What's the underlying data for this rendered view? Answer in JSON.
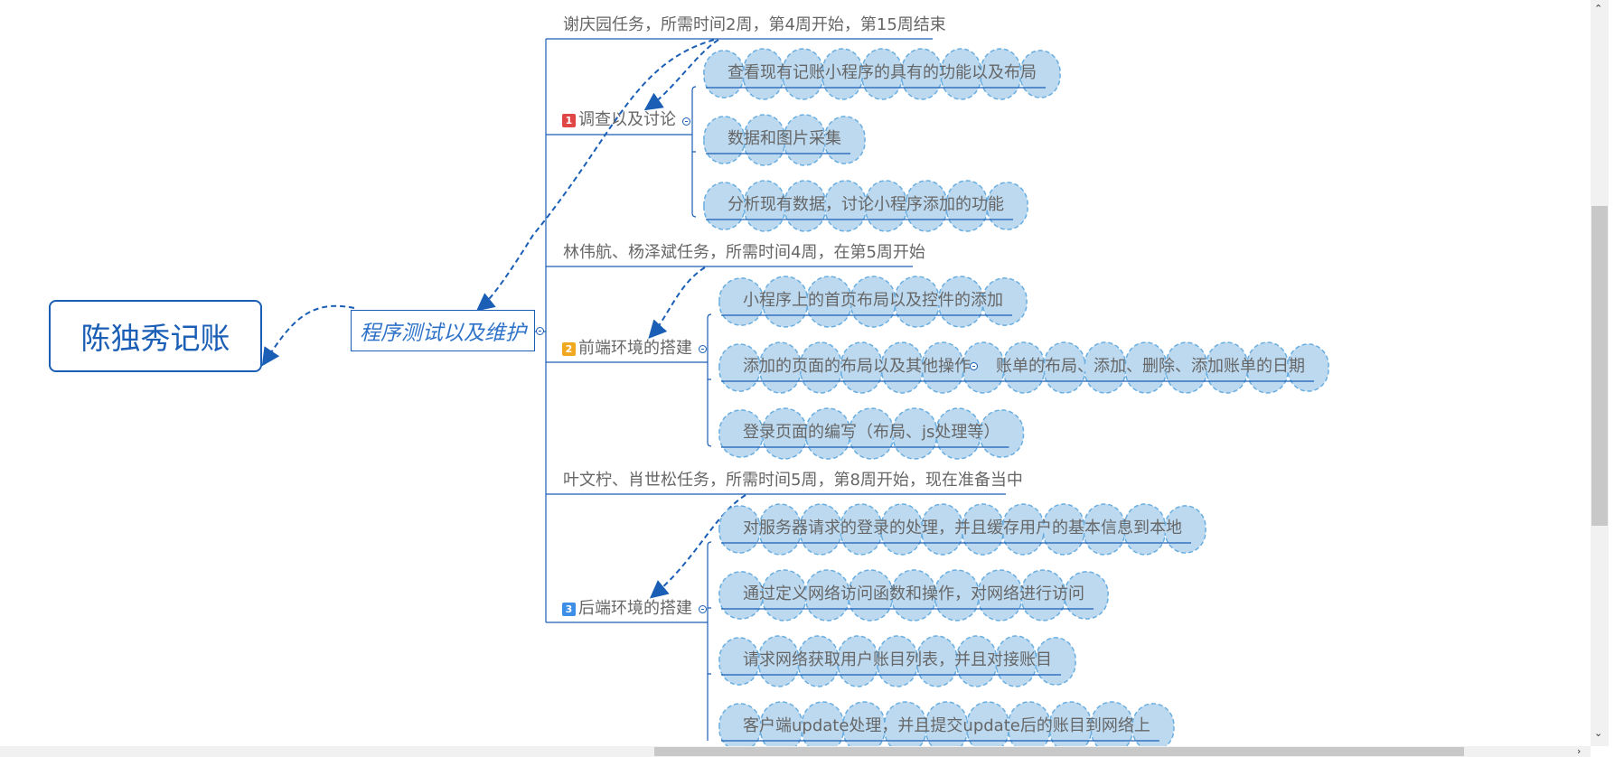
{
  "root": {
    "label": "陈独秀记账"
  },
  "main_topic": {
    "label": "程序测试以及维护"
  },
  "branches": [
    {
      "index": "1",
      "label": "调查以及讨论",
      "note": "谢庆园任务，所需时间2周，第4周开始，第15周结束",
      "color": "#e04646",
      "children": [
        "查看现有记账小程序的具有的功能以及布局",
        "数据和图片采集",
        "分析现有数据，讨论小程序添加的功能"
      ]
    },
    {
      "index": "2",
      "label": "前端环境的搭建",
      "note": "林伟航、杨泽斌任务，所需时间4周，在第5周开始",
      "color": "#f0a820",
      "children": [
        "小程序上的首页布局以及控件的添加",
        "添加的页面的布局以及其他操作",
        "登录页面的编写（布局、js处理等）"
      ],
      "sub_child": "账单的布局、添加、删除、添加账单的日期"
    },
    {
      "index": "3",
      "label": "后端环境的搭建",
      "note": "叶文柠、肖世松任务，所需时间5周，第8周开始，现在准备当中",
      "color": "#3d8ee6",
      "children": [
        "对服务器请求的登录的处理，并且缓存用户的基本信息到本地",
        "通过定义网络访问函数和操作，对网络进行访问",
        "请求网络获取用户账目列表，并且对接账目",
        "客户端update处理，并且提交update后的账目到网络上"
      ]
    }
  ],
  "colors": {
    "line": "#1a5eb5",
    "cloud_fill": "#bcd9f0",
    "cloud_stroke": "#6aaee0",
    "text": "#666666"
  }
}
